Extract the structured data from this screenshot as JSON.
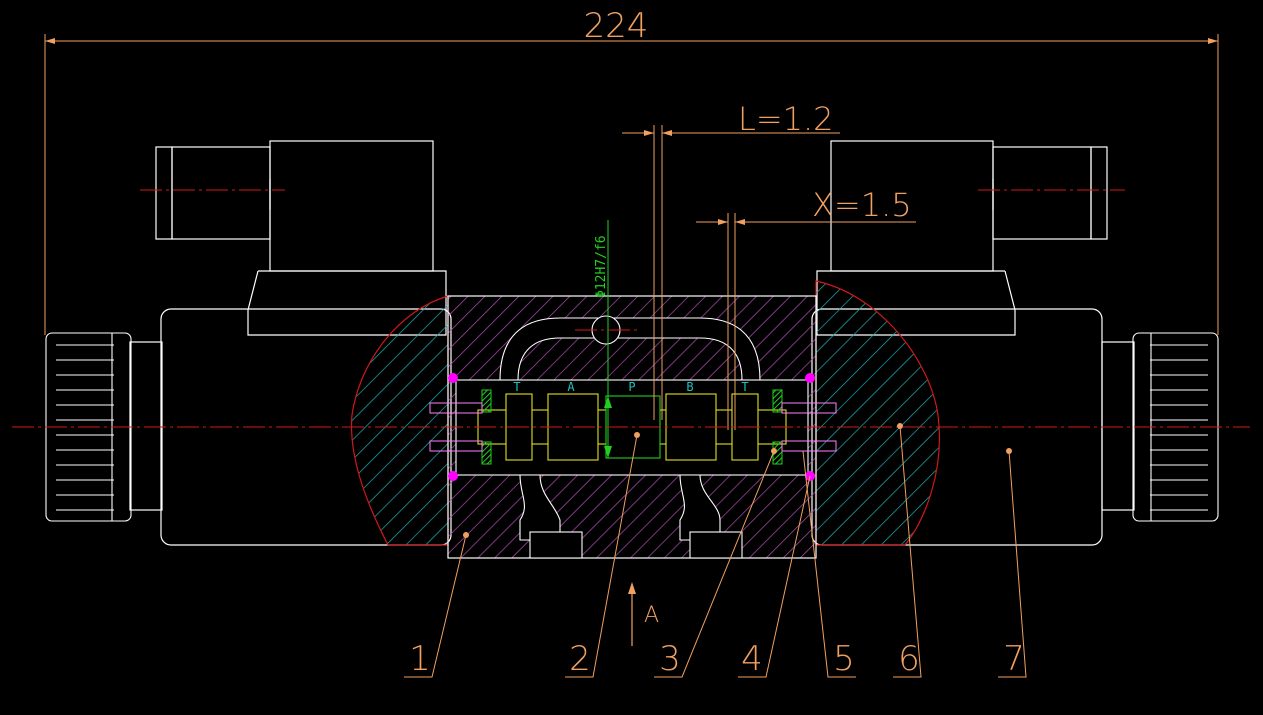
{
  "colors": {
    "background": "#000000",
    "outline": "#ffffff",
    "dimension": "#f0a060",
    "centerline": "#d01818",
    "hatch_body": "#b050b0",
    "hatch_housing": "#20b0b0",
    "green": "#20d020",
    "magenta_point": "#ff00ff",
    "spool": "#e0e020"
  },
  "dimensions": {
    "overall_length": "224",
    "overlap_L": "L=1.2",
    "stroke_X": "X=1.5",
    "spool_fit": "Φ12H7/f6"
  },
  "ports": {
    "tank_left": "T",
    "a": "A",
    "p": "P",
    "b": "B",
    "tank_right": "T"
  },
  "view_arrow_label": "A",
  "balloons": [
    "1",
    "2",
    "3",
    "4",
    "5",
    "6",
    "7"
  ]
}
